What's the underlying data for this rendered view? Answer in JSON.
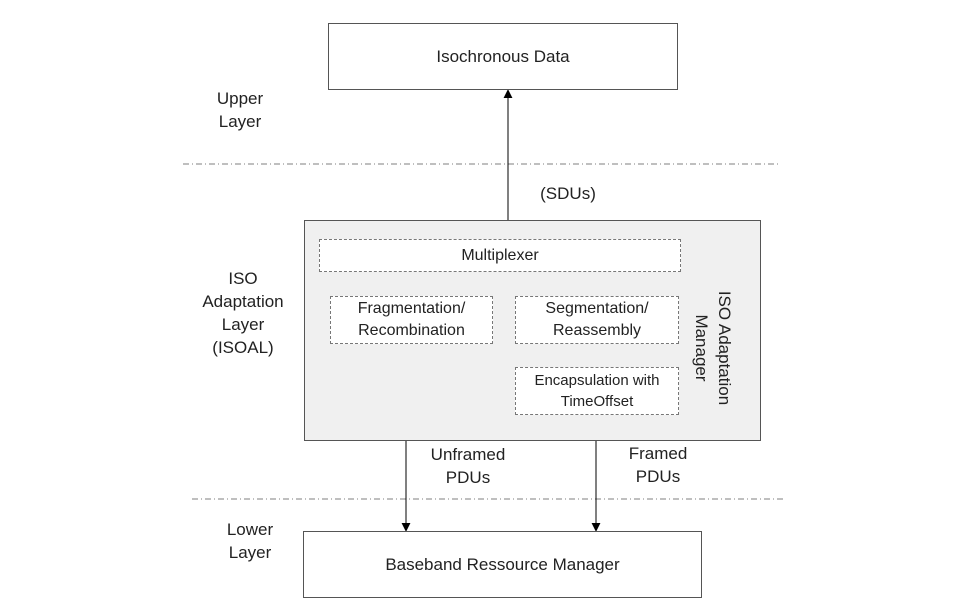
{
  "layers": {
    "upper": [
      "Upper",
      "Layer"
    ],
    "iso": [
      "ISO",
      "Adaptation",
      "Layer",
      "(ISOAL)"
    ],
    "lower": [
      "Lower",
      "Layer"
    ]
  },
  "boxes": {
    "isochronous_data": "Isochronous Data",
    "multiplexer": "Multiplexer",
    "fragmentation": [
      "Fragmentation/",
      "Recombination"
    ],
    "segmentation": [
      "Segmentation/",
      "Reassembly"
    ],
    "encapsulation": [
      "Encapsulation with",
      "TimeOffset"
    ],
    "baseband": "Baseband Ressource Manager"
  },
  "iso_manager": [
    "ISO Adaptation",
    "Manager"
  ],
  "connectors": {
    "sdus": "(SDUs)",
    "unframed": [
      "Unframed",
      "PDUs"
    ],
    "framed": [
      "Framed",
      "PDUs"
    ]
  }
}
